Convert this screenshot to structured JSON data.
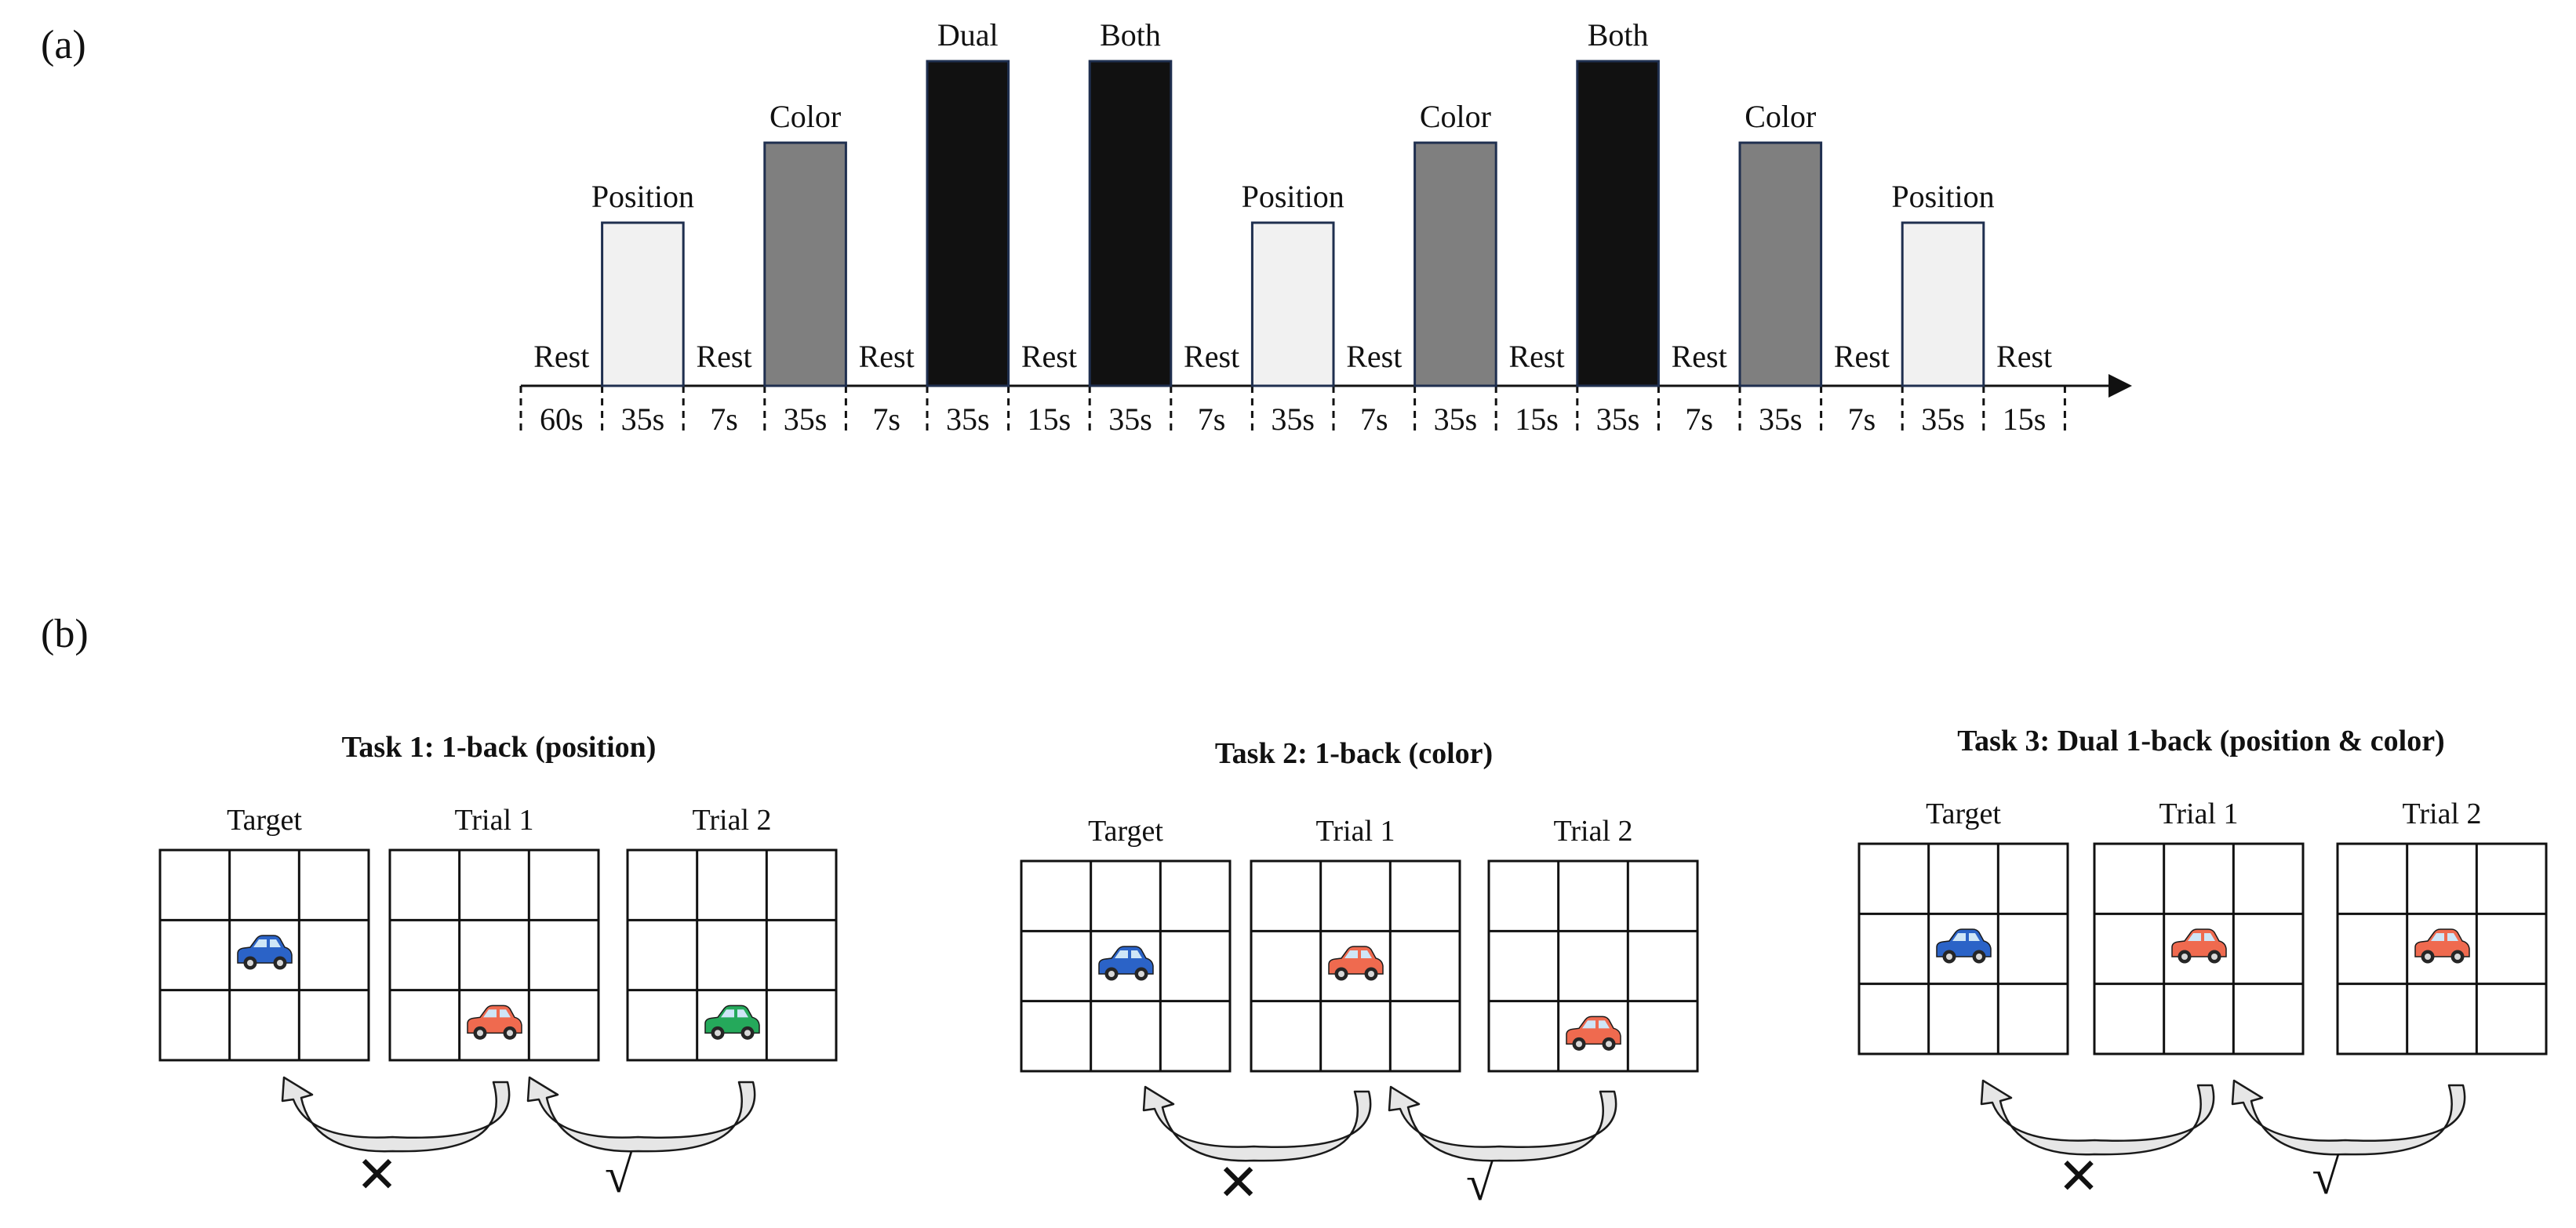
{
  "panel_a": {
    "label": "(a)",
    "blocks": [
      {
        "kind": "rest",
        "label": "Rest",
        "duration": "60s"
      },
      {
        "kind": "position",
        "label": "Position",
        "duration": "35s"
      },
      {
        "kind": "rest",
        "label": "Rest",
        "duration": "7s"
      },
      {
        "kind": "color",
        "label": "Color",
        "duration": "35s"
      },
      {
        "kind": "rest",
        "label": "Rest",
        "duration": "7s"
      },
      {
        "kind": "dual",
        "label": "Dual",
        "duration": "35s"
      },
      {
        "kind": "rest",
        "label": "Rest",
        "duration": "15s"
      },
      {
        "kind": "dual",
        "label": "Both",
        "duration": "35s"
      },
      {
        "kind": "rest",
        "label": "Rest",
        "duration": "7s"
      },
      {
        "kind": "position",
        "label": "Position",
        "duration": "35s"
      },
      {
        "kind": "rest",
        "label": "Rest",
        "duration": "7s"
      },
      {
        "kind": "color",
        "label": "Color",
        "duration": "35s"
      },
      {
        "kind": "rest",
        "label": "Rest",
        "duration": "15s"
      },
      {
        "kind": "dual",
        "label": "Both",
        "duration": "35s"
      },
      {
        "kind": "rest",
        "label": "Rest",
        "duration": "7s"
      },
      {
        "kind": "color",
        "label": "Color",
        "duration": "35s"
      },
      {
        "kind": "rest",
        "label": "Rest",
        "duration": "7s"
      },
      {
        "kind": "position",
        "label": "Position",
        "duration": "35s"
      },
      {
        "kind": "rest",
        "label": "Rest",
        "duration": "15s"
      }
    ]
  },
  "panel_b": {
    "label": "(b)",
    "tasks": [
      {
        "title": "Task 1: 1-back (position)",
        "grids": [
          {
            "label": "Target",
            "car": {
              "color": "blue",
              "row": 1,
              "col": 1
            }
          },
          {
            "label": "Trial 1",
            "car": {
              "color": "red",
              "row": 2,
              "col": 1
            }
          },
          {
            "label": "Trial 2",
            "car": {
              "color": "green",
              "row": 2,
              "col": 1
            }
          }
        ],
        "marks": [
          "✕",
          "√"
        ]
      },
      {
        "title": "Task 2: 1-back (color)",
        "grids": [
          {
            "label": "Target",
            "car": {
              "color": "blue",
              "row": 1,
              "col": 1
            }
          },
          {
            "label": "Trial 1",
            "car": {
              "color": "red",
              "row": 1,
              "col": 1
            }
          },
          {
            "label": "Trial 2",
            "car": {
              "color": "red",
              "row": 2,
              "col": 1
            }
          }
        ],
        "marks": [
          "✕",
          "√"
        ]
      },
      {
        "title": "Task 3: Dual 1-back (position & color)",
        "grids": [
          {
            "label": "Target",
            "car": {
              "color": "blue",
              "row": 1,
              "col": 1
            }
          },
          {
            "label": "Trial 1",
            "car": {
              "color": "red",
              "row": 1,
              "col": 1
            }
          },
          {
            "label": "Trial 2",
            "car": {
              "color": "red",
              "row": 1,
              "col": 1
            }
          }
        ],
        "marks": [
          "✕",
          "√"
        ]
      }
    ]
  },
  "colors": {
    "position": "#f1f1f1",
    "color": "#7f7f7f",
    "dual": "#111111",
    "block_border": "#1f2f4f",
    "car_blue": "#2b63c7",
    "car_red": "#ef6a4f",
    "car_green": "#25a95b"
  }
}
